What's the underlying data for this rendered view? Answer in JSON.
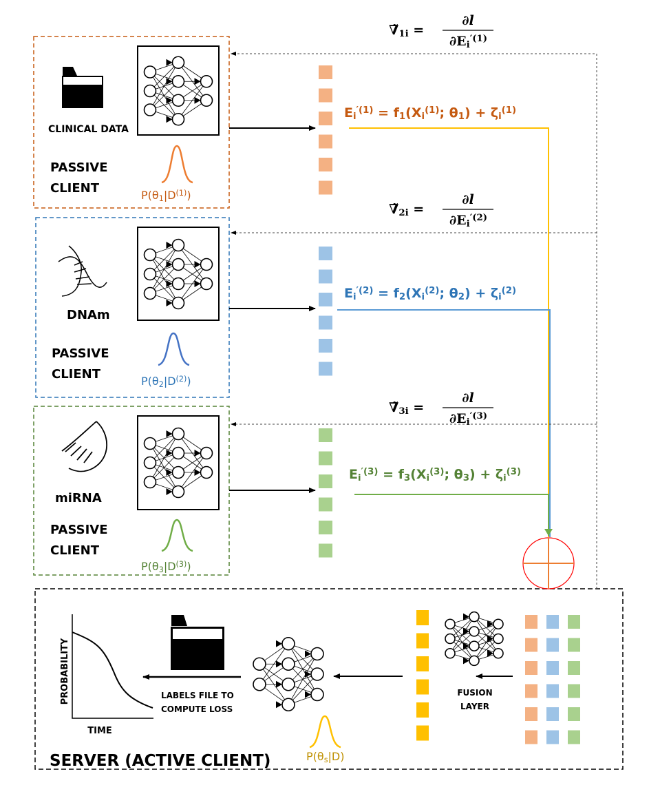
{
  "colors": {
    "orange_text": "#c55a11",
    "orange_box": "#c55a11",
    "orange_sq": "#f4b183",
    "orange_curve": "#ed7d31",
    "blue_text": "#2e75b6",
    "blue_box": "#2e75b6",
    "blue_sq": "#9dc3e6",
    "blue_curve": "#4472c4",
    "green_text": "#548235",
    "green_box": "#548235",
    "green_sq": "#a9d18e",
    "green_curve": "#70ad47",
    "yellow": "#ffc000",
    "aggregator": "#ff0000"
  },
  "clients": [
    {
      "data_label": "CLINICAL DATA",
      "icon": "folder-icon",
      "role_line1": "PASSIVE",
      "role_line2": "CLIENT",
      "prior": [
        {
          "t": "P(θ"
        },
        {
          "t": "1",
          "s": "sub"
        },
        {
          "t": "|D"
        },
        {
          "t": "(1)",
          "s": "sup"
        },
        {
          "t": ")"
        }
      ],
      "embedding_eq": [
        {
          "t": "E"
        },
        {
          "t": "i",
          "s": "sub"
        },
        {
          "t": "′(1)",
          "s": "sup"
        },
        {
          "t": " = f"
        },
        {
          "t": "1",
          "s": "sub"
        },
        {
          "t": "(X"
        },
        {
          "t": "i",
          "s": "sub"
        },
        {
          "t": "(1)",
          "s": "sup"
        },
        {
          "t": "; θ"
        },
        {
          "t": "1",
          "s": "sub"
        },
        {
          "t": ") + ζ"
        },
        {
          "t": "i",
          "s": "sub"
        },
        {
          "t": "(1)",
          "s": "sup"
        }
      ],
      "gradient_eq": {
        "lhs": [
          {
            "t": "∇̃"
          },
          {
            "t": "1i",
            "s": "sub"
          },
          {
            "t": " = "
          }
        ],
        "num": "∂l",
        "den": [
          {
            "t": "∂E"
          },
          {
            "t": "i",
            "s": "sub"
          },
          {
            "t": "′(1)",
            "s": "sup"
          }
        ]
      }
    },
    {
      "data_label": "DNAm",
      "icon": "dna-icon",
      "role_line1": "PASSIVE",
      "role_line2": "CLIENT",
      "prior": [
        {
          "t": "P(θ"
        },
        {
          "t": "2",
          "s": "sub"
        },
        {
          "t": "|D"
        },
        {
          "t": "(2)",
          "s": "sup"
        },
        {
          "t": ")"
        }
      ],
      "embedding_eq": [
        {
          "t": "E"
        },
        {
          "t": "i",
          "s": "sub"
        },
        {
          "t": "′(2)",
          "s": "sup"
        },
        {
          "t": " = f"
        },
        {
          "t": "2",
          "s": "sub"
        },
        {
          "t": "(X"
        },
        {
          "t": "i",
          "s": "sub"
        },
        {
          "t": "(2)",
          "s": "sup"
        },
        {
          "t": "; θ"
        },
        {
          "t": "2",
          "s": "sub"
        },
        {
          "t": ") + ζ"
        },
        {
          "t": "i",
          "s": "sub"
        },
        {
          "t": "(2)",
          "s": "sup"
        }
      ],
      "gradient_eq": {
        "lhs": [
          {
            "t": "∇̃"
          },
          {
            "t": "2i",
            "s": "sub"
          },
          {
            "t": " = "
          }
        ],
        "num": "∂l",
        "den": [
          {
            "t": "∂E"
          },
          {
            "t": "i",
            "s": "sub"
          },
          {
            "t": "′(2)",
            "s": "sup"
          }
        ]
      }
    },
    {
      "data_label": "miRNA",
      "icon": "mirna-icon",
      "role_line1": "PASSIVE",
      "role_line2": "CLIENT",
      "prior": [
        {
          "t": "P(θ"
        },
        {
          "t": "3",
          "s": "sub"
        },
        {
          "t": "|D"
        },
        {
          "t": "(3)",
          "s": "sup"
        },
        {
          "t": ")"
        }
      ],
      "embedding_eq": [
        {
          "t": "E"
        },
        {
          "t": "i",
          "s": "sub"
        },
        {
          "t": "′(3)",
          "s": "sup"
        },
        {
          "t": " = f"
        },
        {
          "t": "3",
          "s": "sub"
        },
        {
          "t": "(X"
        },
        {
          "t": "i",
          "s": "sub"
        },
        {
          "t": "(3)",
          "s": "sup"
        },
        {
          "t": "; θ"
        },
        {
          "t": "3",
          "s": "sub"
        },
        {
          "t": ") + ζ"
        },
        {
          "t": "i",
          "s": "sub"
        },
        {
          "t": "(3)",
          "s": "sup"
        }
      ],
      "gradient_eq": {
        "lhs": [
          {
            "t": "∇̃"
          },
          {
            "t": "3i",
            "s": "sub"
          },
          {
            "t": " = "
          }
        ],
        "num": "∂l",
        "den": [
          {
            "t": "∂E"
          },
          {
            "t": "i",
            "s": "sub"
          },
          {
            "t": "′(3)",
            "s": "sup"
          }
        ]
      }
    }
  ],
  "server": {
    "title": "SERVER (ACTIVE CLIENT)",
    "fusion_line1": "FUSION",
    "fusion_line2": "LAYER",
    "labels_line1": "LABELS FILE TO",
    "labels_line2": "COMPUTE LOSS",
    "plot_xlabel": "TIME",
    "plot_ylabel": "PROBABILITY",
    "prior": [
      {
        "t": "P(θ"
      },
      {
        "t": "s",
        "s": "sub"
      },
      {
        "t": "|D)"
      }
    ]
  }
}
